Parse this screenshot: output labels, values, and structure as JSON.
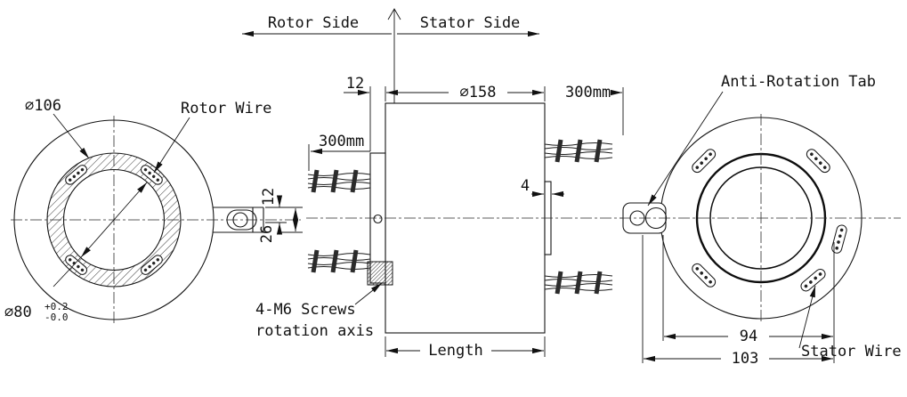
{
  "drawing": {
    "header": {
      "rotor_side": "Rotor Side",
      "stator_side": "Stator Side"
    },
    "front_view": {
      "outer_ring_dia": "⌀106",
      "rotor_wire_label": "Rotor Wire",
      "bore_dia": "⌀80",
      "bore_tol_upper": "+0.2",
      "bore_tol_lower": "-0.0",
      "tab_dim_top": "12",
      "tab_dim_bottom": "26"
    },
    "section_view": {
      "flange_thickness": "12",
      "body_dia": "⌀158",
      "rotor_wire_length": "300mm",
      "stator_wire_length": "300mm",
      "collar_width": "4",
      "screws_note_line1": "4-M6 Screws",
      "screws_note_line2": "rotation axis",
      "length_label": "Length"
    },
    "rear_view": {
      "anti_rotation_tab_label": "Anti-Rotation Tab",
      "stator_wire_label": "Stator Wire",
      "dim_94": "94",
      "dim_103": "103"
    }
  }
}
